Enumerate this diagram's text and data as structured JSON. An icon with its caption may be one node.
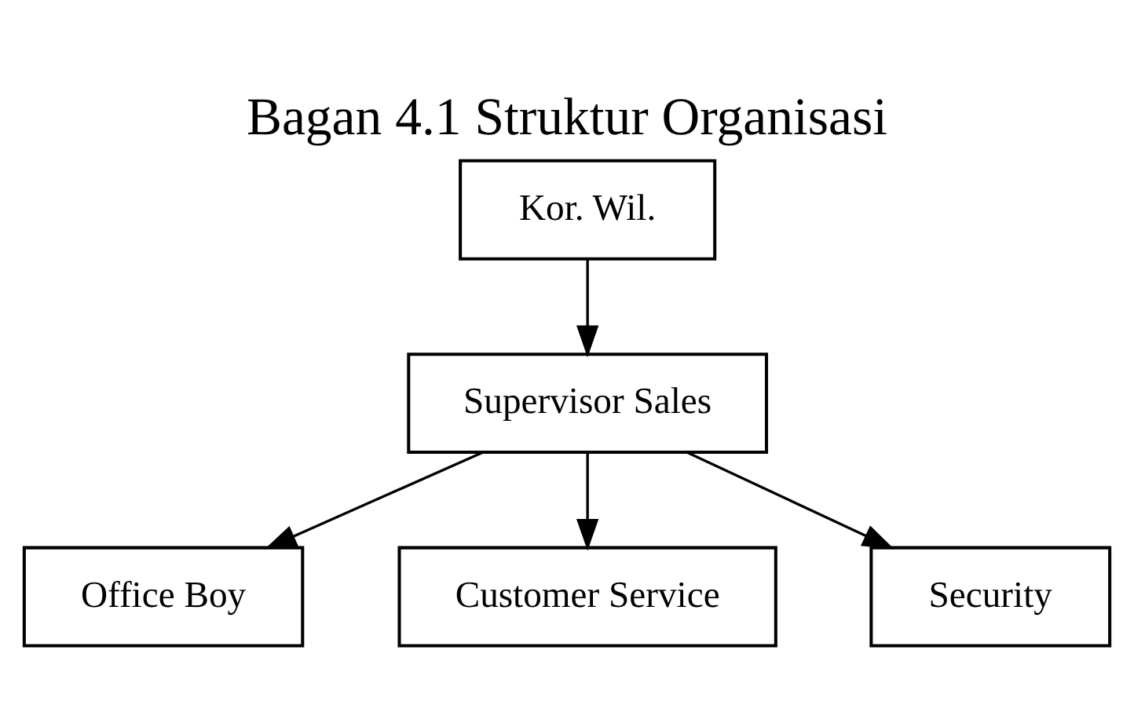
{
  "diagram": {
    "title": "Bagan 4.1 Struktur Organisasi",
    "nodes": [
      {
        "text": [
          "Kor. Wil."
        ]
      },
      {
        "text": [
          "Supervisor Sales"
        ]
      },
      {
        "text": [
          "Office Boy"
        ]
      },
      {
        "text": [
          "Customer Service"
        ]
      },
      {
        "text": [
          "Security"
        ]
      }
    ],
    "edges": [
      {
        "from": 0,
        "to": 1,
        "arrow": "to"
      },
      {
        "from": 1,
        "to": 2,
        "arrow": "to"
      },
      {
        "from": 1,
        "to": 3,
        "arrow": "to"
      },
      {
        "from": 1,
        "to": 4,
        "arrow": "to"
      }
    ]
  }
}
